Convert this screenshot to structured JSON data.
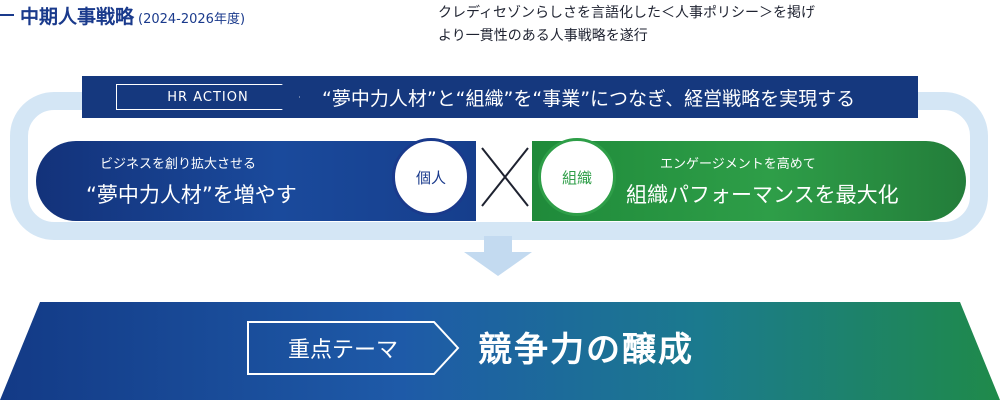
{
  "header": {
    "title": "中期人事戦略",
    "period": "(2024-2026年度)",
    "description_line1": "クレディセゾンらしさを言語化した＜人事ポリシー＞を掲げ",
    "description_line2": "より一貫性のある人事戦略を遂行"
  },
  "hr_action": {
    "tag": "HR ACTION",
    "text": "“夢中力人材”と“組織”を“事業”につなぎ、経営戦略を実現する"
  },
  "individual": {
    "circle_label": "個人",
    "small": "ビジネスを創り拡大させる",
    "big": "“夢中力人材”を増やす"
  },
  "organization": {
    "circle_label": "組織",
    "small": "エンゲージメントを高めて",
    "big": "組織パフォーマンスを最大化"
  },
  "theme": {
    "tag": "重点テーマ",
    "text": "競争力の醸成"
  },
  "colors": {
    "navy": "#15387e",
    "green": "#2e9e48",
    "loop": "#d4e6f5"
  }
}
